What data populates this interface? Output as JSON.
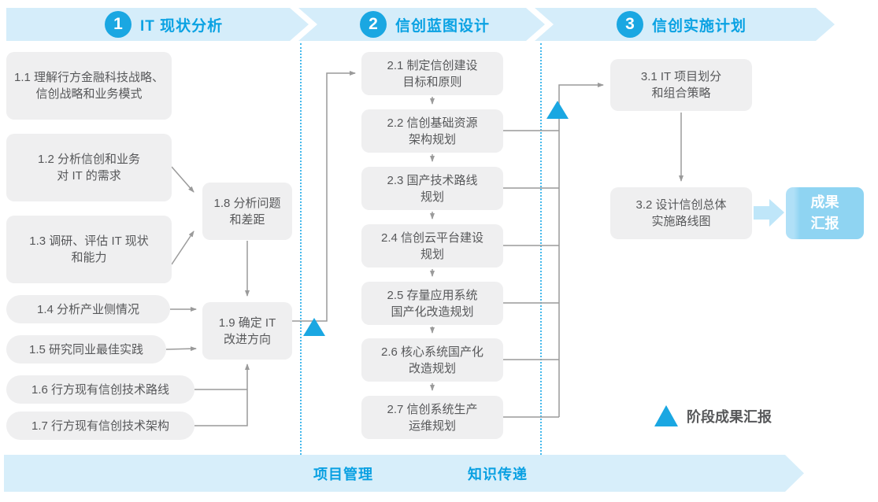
{
  "phases": [
    {
      "number": "1",
      "title": "IT 现状分析"
    },
    {
      "number": "2",
      "title": "信创蓝图设计"
    },
    {
      "number": "3",
      "title": "信创实施计划"
    }
  ],
  "steps": {
    "s11": "1.1 理解行方金融科技战略、\n信创战略和业务模式",
    "s12": "1.2 分析信创和业务\n对 IT 的需求",
    "s13": "1.3 调研、评估 IT 现状\n和能力",
    "s14": "1.4 分析产业侧情况",
    "s15": "1.5 研究同业最佳实践",
    "s16": "1.6 行方现有信创技术路线",
    "s17": "1.7 行方现有信创技术架构",
    "s18": "1.8 分析问题\n和差距",
    "s19": "1.9 确定 IT\n改进方向",
    "s21": "2.1 制定信创建设\n目标和原则",
    "s22": "2.2 信创基础资源\n架构规划",
    "s23": "2.3 国产技术路线\n规划",
    "s24": "2.4 信创云平台建设\n规划",
    "s25": "2.5 存量应用系统\n国产化改造规划",
    "s26": "2.6 核心系统国产化\n改造规划",
    "s27": "2.7 信创系统生产\n运维规划",
    "s31": "3.1 IT 项目划分\n和组合策略",
    "s32": "3.2 设计信创总体\n实施路线图"
  },
  "outcome_label": "成果\n汇报",
  "legend": {
    "milestone_label": "阶段成果汇报"
  },
  "footer": {
    "project_management": "项目管理",
    "knowledge_transfer": "知识传递"
  },
  "colors": {
    "accent_blue": "#1aa7e2",
    "band_background": "#d5edfa",
    "band_text": "#0aa2e3",
    "step_box_background": "#efeff0",
    "step_box_text": "#57585a",
    "connector_gray": "#9a9a9a",
    "outcome_box_background": "#8fd4f2",
    "outcome_box_text": "#ffffff",
    "dotted_separator": "#45b9ec"
  }
}
